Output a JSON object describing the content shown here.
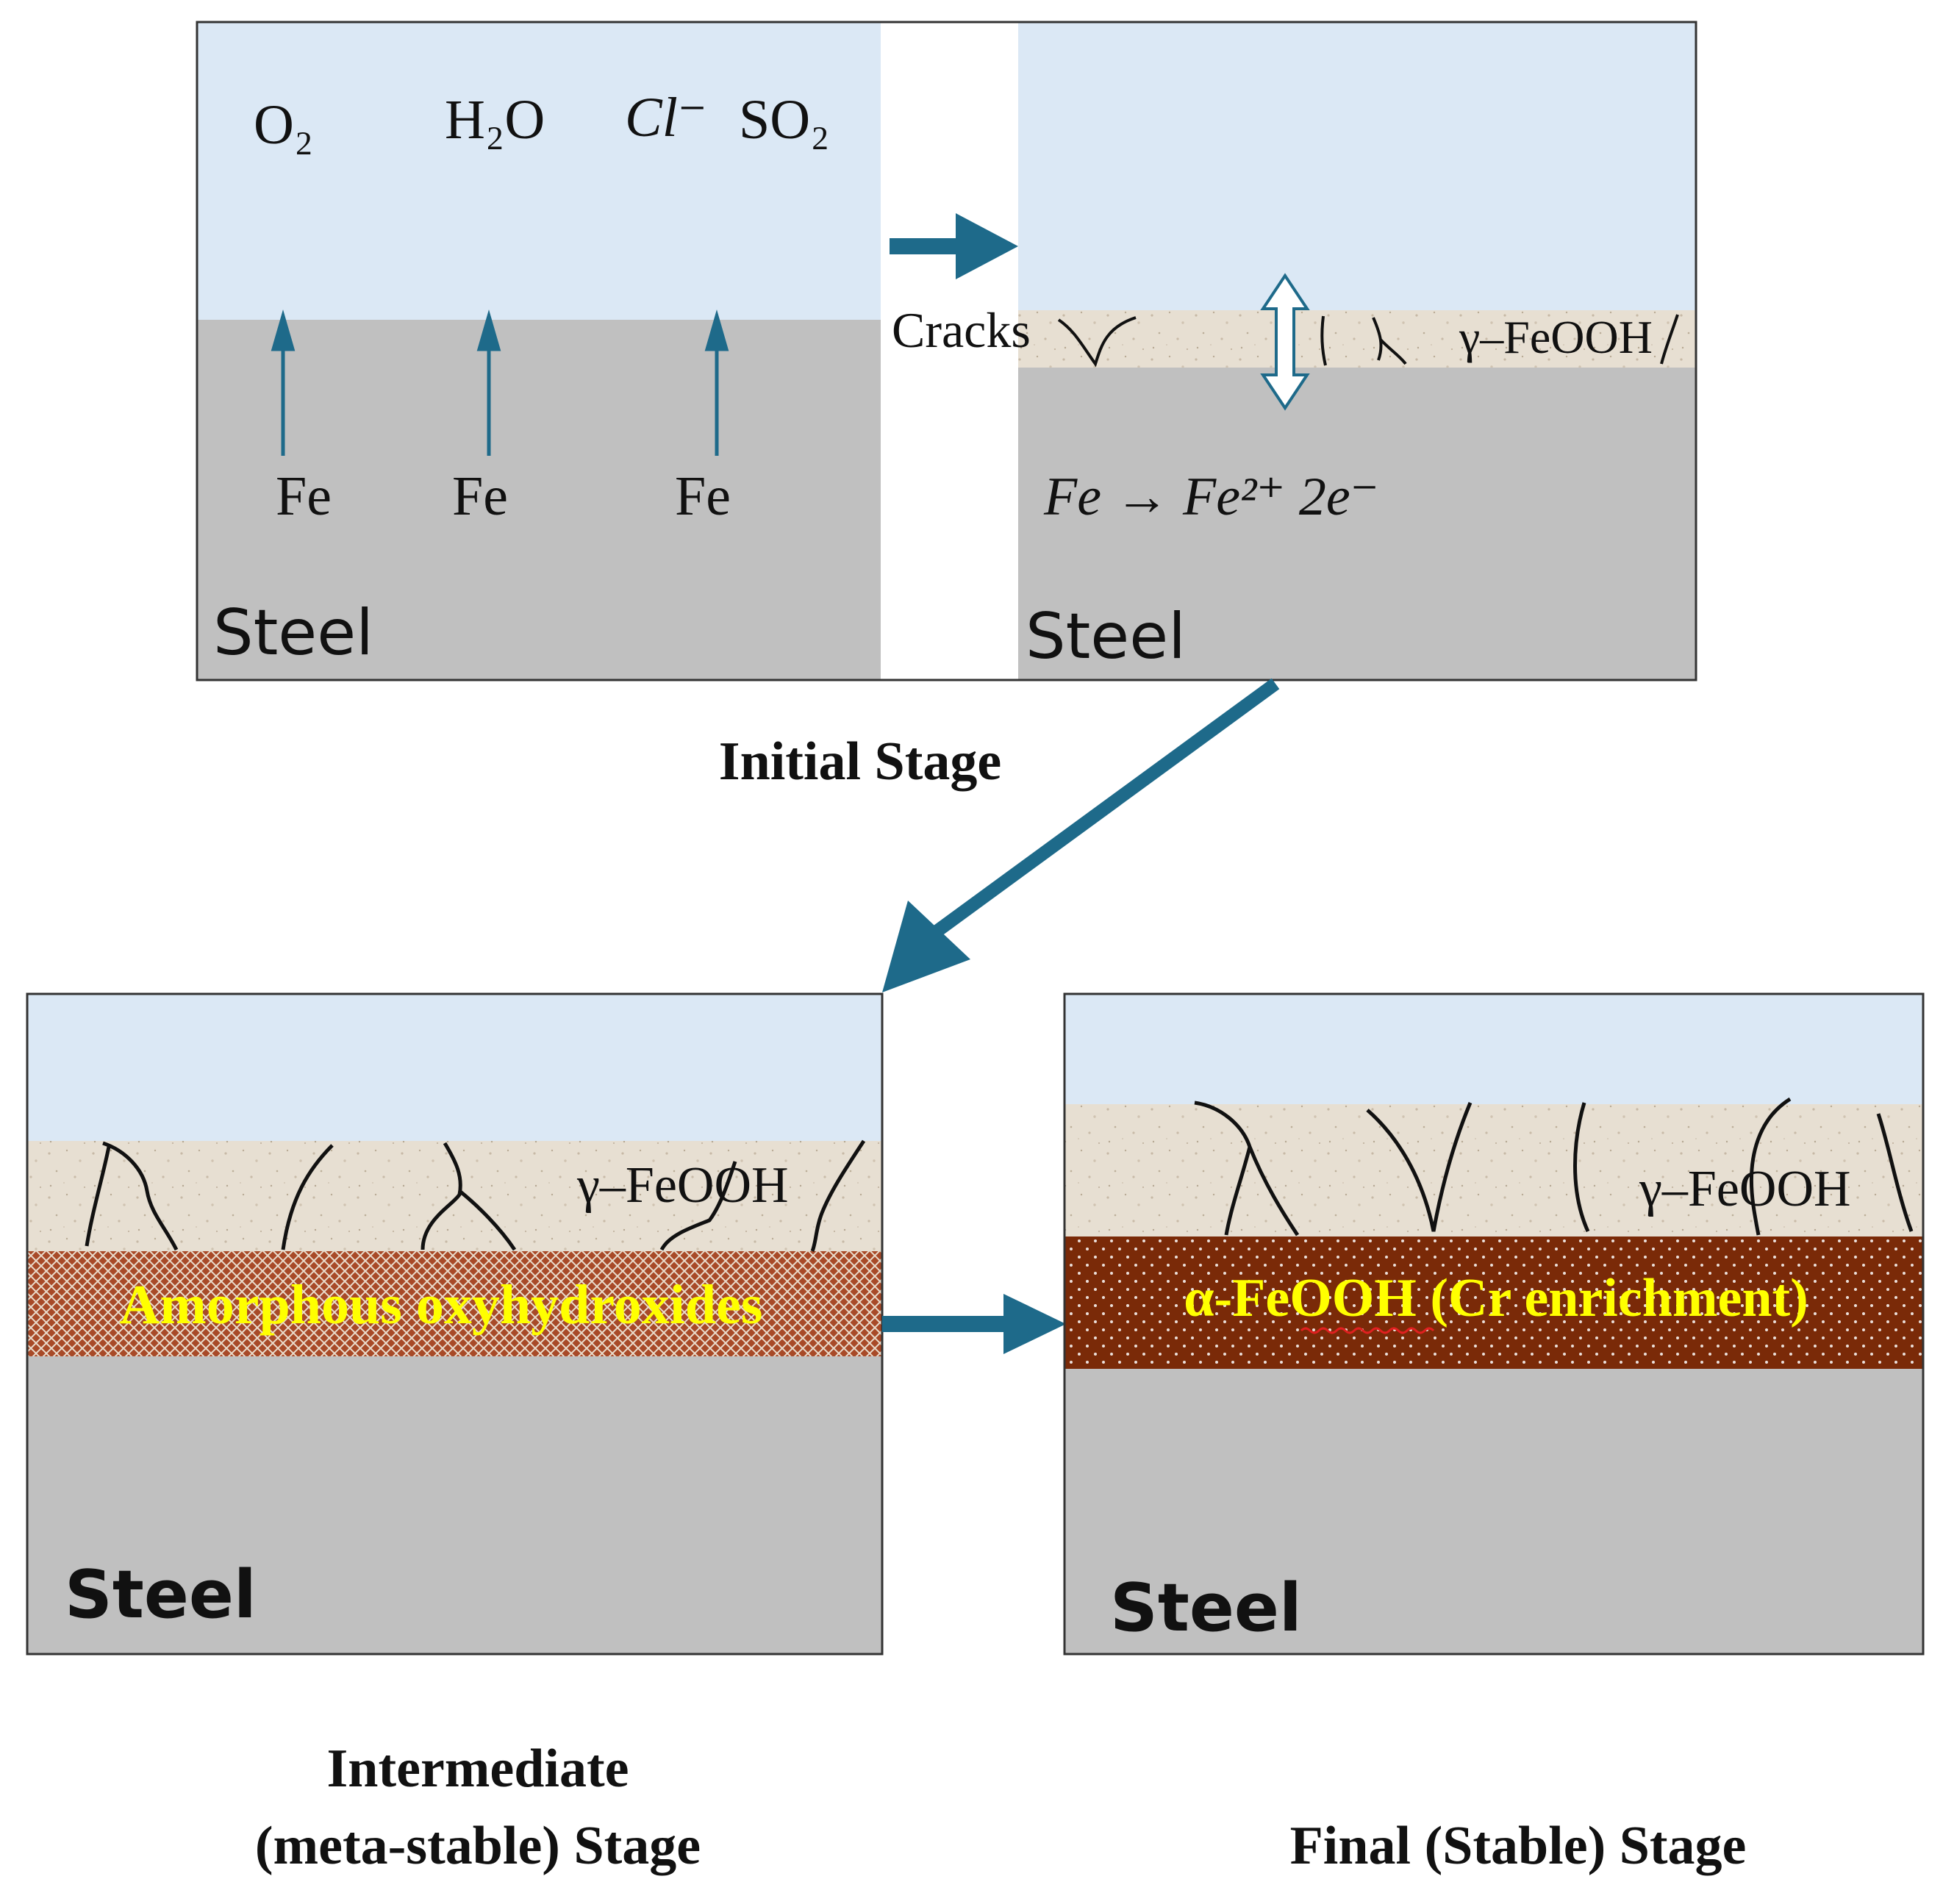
{
  "colors": {
    "atmosphere": "#dbe8f5",
    "steel": "#c0c0c0",
    "rust_layer": "#e7dfd2",
    "amorphous": "#a84a28",
    "alpha_layer": "#7a2a08",
    "arrow": "#1e6a8a",
    "highlight_text": "#ffff00",
    "text": "#111111"
  },
  "initial_stage": {
    "species": [
      "O₂",
      "H₂O",
      "Cl⁻",
      "SO₂"
    ],
    "fe_labels": [
      "Fe",
      "Fe",
      "Fe"
    ],
    "steel_left": "Steel",
    "cracks_label": "Cracks",
    "gamma_label": "γ–FeOOH",
    "reaction": "Fe → Fe²⁺ 2e⁻",
    "steel_right": "Steel",
    "caption": "Initial Stage"
  },
  "intermediate_stage": {
    "gamma_label": "γ–FeOOH",
    "amorphous_label": "Amorphous oxyhydroxides",
    "steel": "Steel",
    "caption_line1": "Intermediate",
    "caption_line2": "(meta-stable) Stage"
  },
  "final_stage": {
    "gamma_label": "γ–FeOOH",
    "alpha_label": "α-FeOOH (Cr enrichment)",
    "steel": "Steel",
    "caption": "Final (Stable) Stage"
  }
}
